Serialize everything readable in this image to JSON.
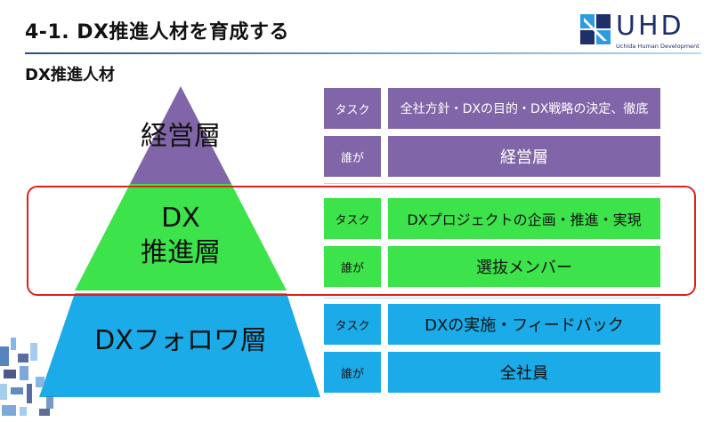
{
  "header": {
    "title": "4-1. DX推進人材を育成する",
    "logo_text": "UHD",
    "logo_sub": "Uchida Human Development"
  },
  "subtitle": "DX推進人材",
  "pyramid": {
    "layers": [
      {
        "label_lines": [
          "経営層"
        ],
        "color": "#8066a8"
      },
      {
        "label_lines": [
          "DX",
          "推進層"
        ],
        "color": "#3ce34a"
      },
      {
        "label_lines": [
          "DXフォロワ層"
        ],
        "color": "#1aabe8"
      }
    ]
  },
  "rows": [
    {
      "tag": "タスク",
      "value": "全社方針・DXの目的・DX戦略の決定、徹底",
      "color": "#8066a8"
    },
    {
      "tag": "誰が",
      "value": "経営層",
      "color": "#8066a8"
    },
    {
      "tag": "タスク",
      "value": "DXプロジェクトの企画・推進・実現",
      "color": "#3ce34a"
    },
    {
      "tag": "誰が",
      "value": "選抜メンバー",
      "color": "#3ce34a"
    },
    {
      "tag": "タスク",
      "value": "DXの実施・フィードバック",
      "color": "#1aabe8"
    },
    {
      "tag": "誰が",
      "value": "全社員",
      "color": "#1aabe8"
    }
  ]
}
